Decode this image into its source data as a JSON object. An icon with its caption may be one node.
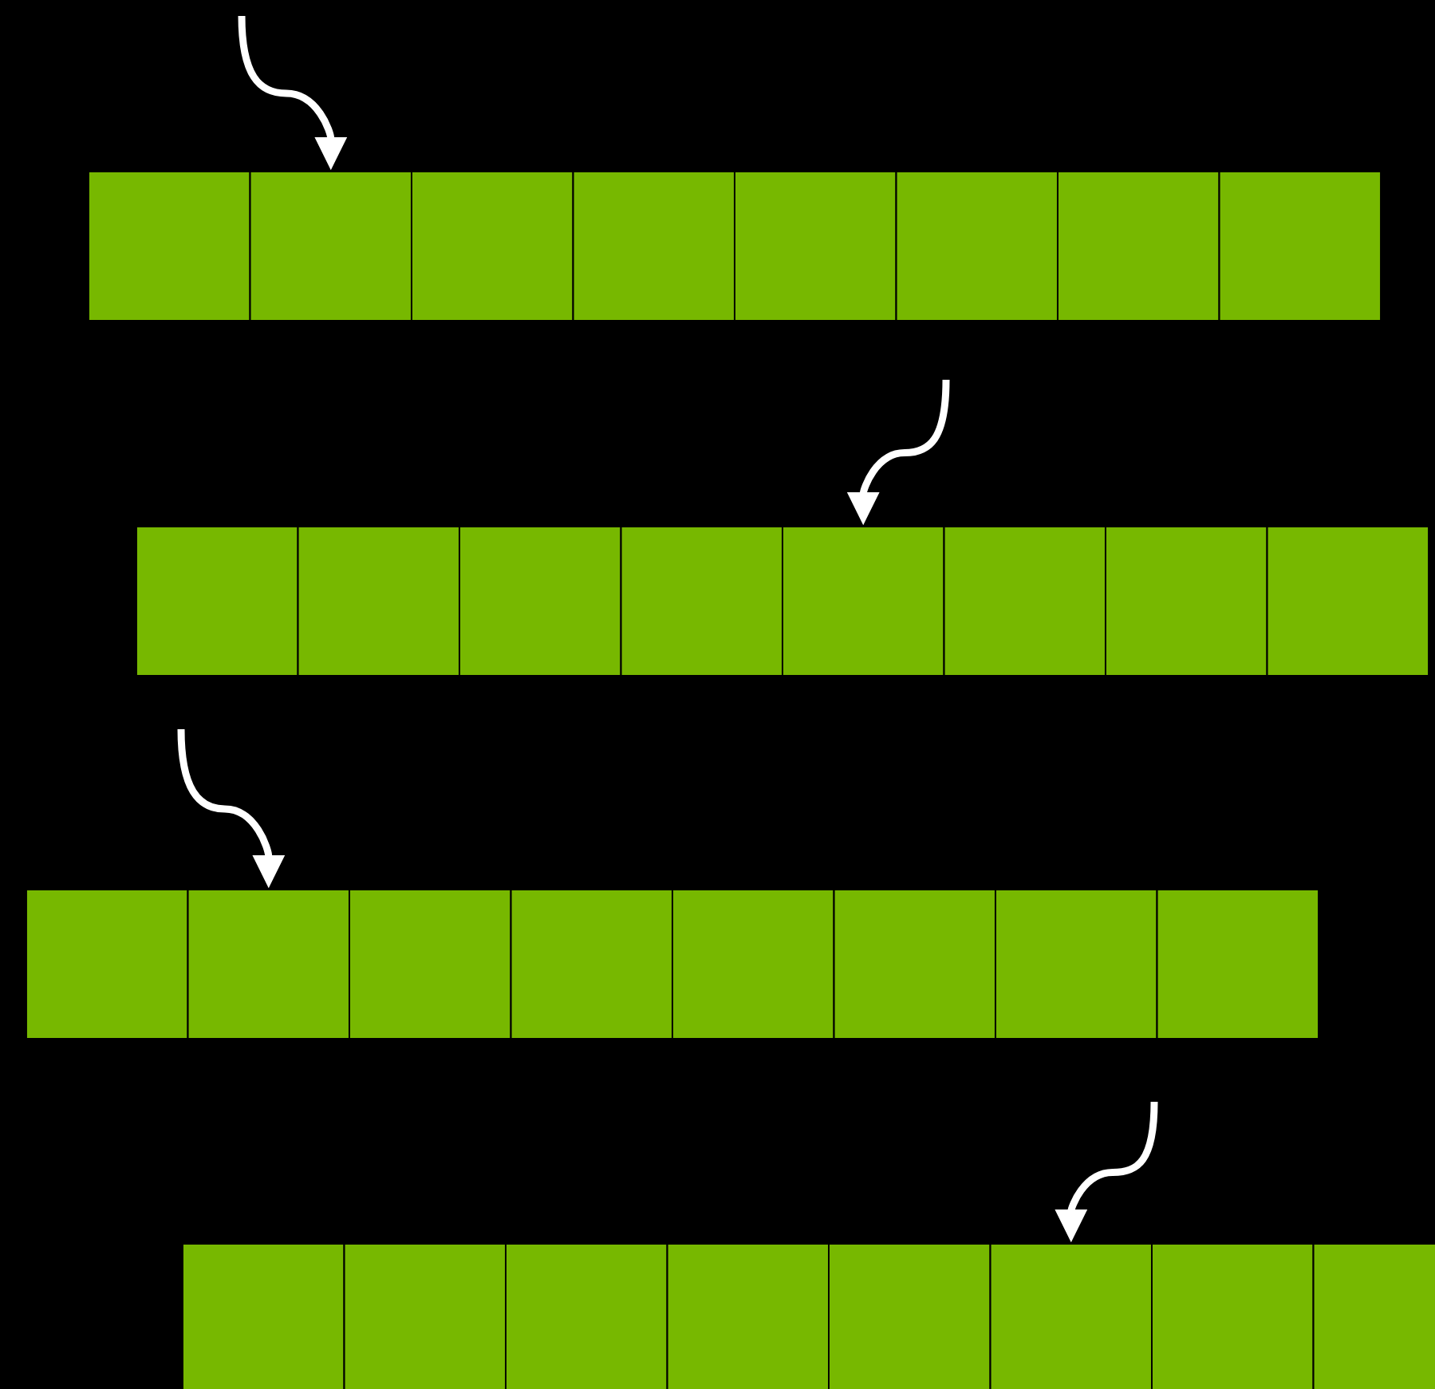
{
  "diagram": {
    "nodes": [
      {
        "text": [],
        "shape": "box"
      },
      {
        "text": [],
        "shape": "box"
      },
      {
        "text": [],
        "shape": "box"
      },
      {
        "text": [],
        "shape": "box"
      },
      {
        "text": [],
        "shape": "box"
      },
      {
        "text": [],
        "shape": "box"
      },
      {
        "text": [],
        "shape": "box"
      },
      {
        "text": [],
        "shape": "box"
      },
      {
        "text": [],
        "shape": "box"
      },
      {
        "text": [],
        "shape": "box"
      },
      {
        "text": [],
        "shape": "box"
      },
      {
        "text": [],
        "shape": "box"
      },
      {
        "text": [],
        "shape": "box"
      },
      {
        "text": [],
        "shape": "box"
      },
      {
        "text": [],
        "shape": "box"
      },
      {
        "text": [],
        "shape": "box"
      },
      {
        "text": [],
        "shape": "box"
      },
      {
        "text": [],
        "shape": "box"
      },
      {
        "text": [],
        "shape": "box"
      },
      {
        "text": [],
        "shape": "box"
      },
      {
        "text": [],
        "shape": "box"
      },
      {
        "text": [],
        "shape": "box"
      },
      {
        "text": [],
        "shape": "box"
      },
      {
        "text": [],
        "shape": "box"
      },
      {
        "text": [],
        "shape": "box"
      },
      {
        "text": [],
        "shape": "box"
      },
      {
        "text": [],
        "shape": "box"
      },
      {
        "text": [],
        "shape": "box"
      },
      {
        "text": [],
        "shape": "box"
      },
      {
        "text": [],
        "shape": "box"
      },
      {
        "text": [],
        "shape": "box"
      },
      {
        "text": [],
        "shape": "box"
      }
    ],
    "edges": [
      {
        "from": null,
        "to": 1,
        "arrow": "to"
      },
      {
        "from": null,
        "to": 12,
        "arrow": "to"
      },
      {
        "from": null,
        "to": 17,
        "arrow": "to"
      },
      {
        "from": null,
        "to": 29,
        "arrow": "to"
      }
    ]
  }
}
